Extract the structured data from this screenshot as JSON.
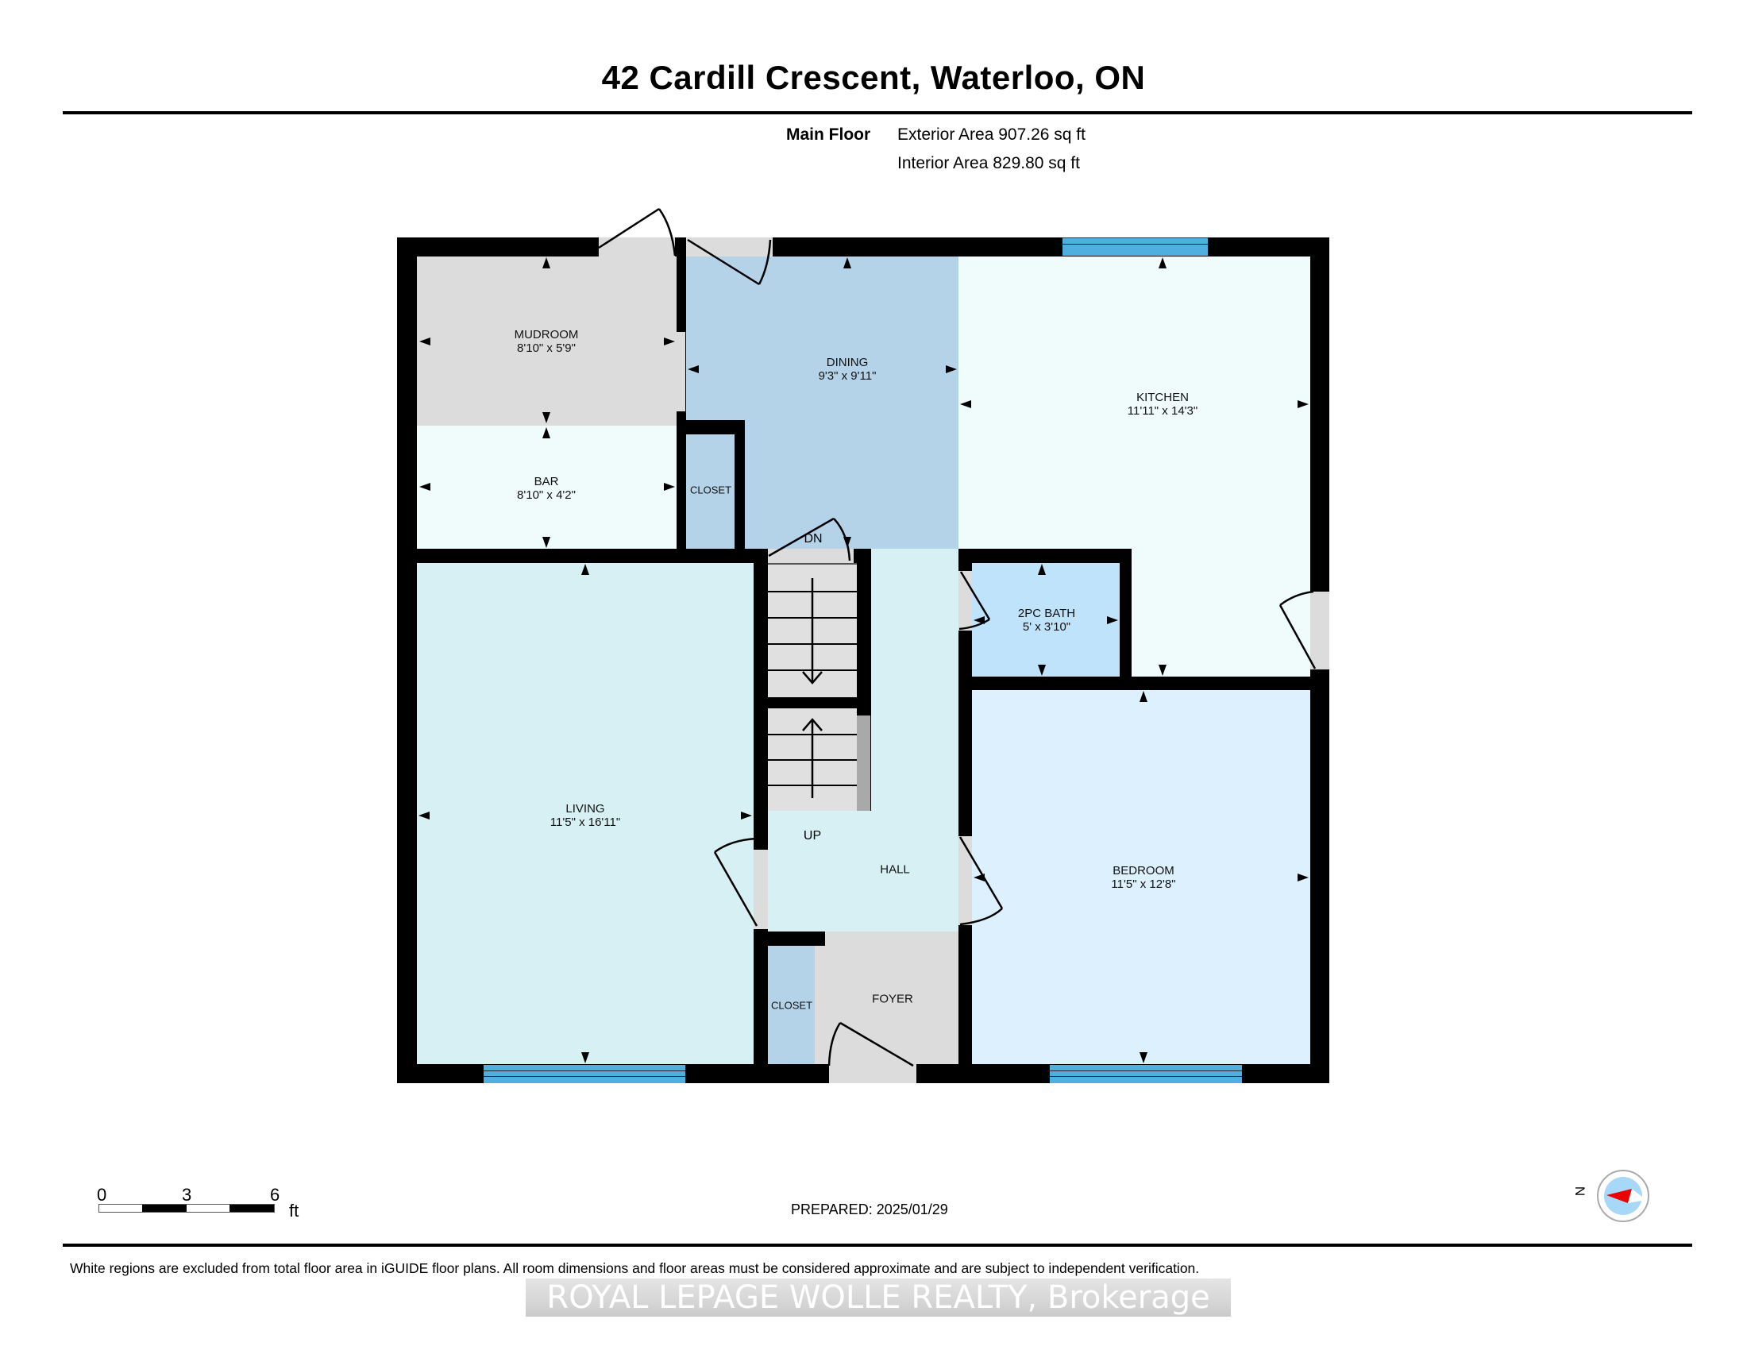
{
  "header": {
    "title": "42 Cardill Crescent, Waterloo, ON",
    "floor_name": "Main Floor",
    "exterior_area": "Exterior Area 907.26 sq ft",
    "interior_area": "Interior Area 829.80 sq ft"
  },
  "rooms": [
    {
      "name": "MUDROOM",
      "dims": "8'10\" x 5'9\"",
      "color": "#dcdcdc"
    },
    {
      "name": "BAR",
      "dims": "8'10\" x 4'2\"",
      "color": "#effcfb"
    },
    {
      "name": "CLOSET",
      "dims": "",
      "color": "#b4d3e9"
    },
    {
      "name": "DINING",
      "dims": "9'3\" x 9'11\"",
      "color": "#b4d3e9"
    },
    {
      "name": "KITCHEN",
      "dims": "11'11\" x 14'3\"",
      "color": "#effcfb"
    },
    {
      "name": "2PC BATH",
      "dims": "5' x 3'10\"",
      "color": "#bfe3fa"
    },
    {
      "name": "LIVING",
      "dims": "11'5\" x 16'11\"",
      "color": "#d7f0f3"
    },
    {
      "name": "HALL",
      "dims": "",
      "color": "#d7f0f3"
    },
    {
      "name": "BEDROOM",
      "dims": "11'5\" x 12'8\"",
      "color": "#dcf1fd"
    },
    {
      "name": "CLOSET",
      "dims": "",
      "color": "#b4d3e9"
    },
    {
      "name": "FOYER",
      "dims": "",
      "color": "#dcdcdc"
    }
  ],
  "stairs": {
    "down_label": "DN",
    "up_label": "UP"
  },
  "colors": {
    "wall": "#000000",
    "window": "#4fb0e0",
    "door_opening": "#dcdcdc",
    "stair": "#e0e0e0",
    "compass_fill": "#a8d8f8",
    "compass_needle": "#ee0000"
  },
  "scale_bar": {
    "ticks": [
      "0",
      "3",
      "6"
    ],
    "unit": "ft"
  },
  "prepared": "PREPARED: 2025/01/29",
  "compass": {
    "label": "N"
  },
  "footer": {
    "disclaimer": "White regions are excluded from total floor area in iGUIDE floor plans. All room dimensions and floor areas must be considered approximate and are subject to independent verification.",
    "watermark": "ROYAL LEPAGE WOLLE REALTY, Brokerage"
  }
}
